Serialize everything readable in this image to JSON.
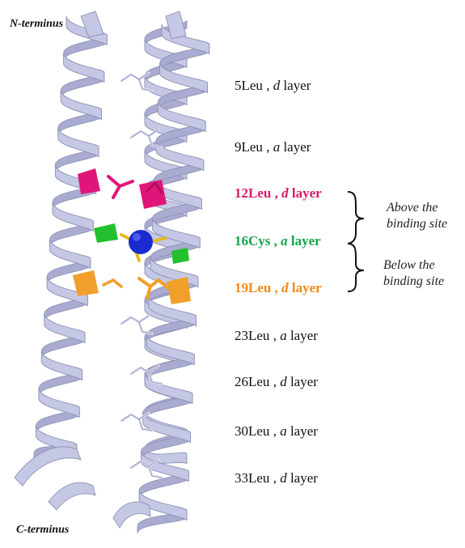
{
  "termini": {
    "n": "N-terminus",
    "c": "C-terminus"
  },
  "layers": [
    {
      "residue": "5Leu",
      "sep": " , ",
      "letter": "d",
      "suffix": " layer",
      "color": "#111111",
      "bold": false
    },
    {
      "residue": "9Leu",
      "sep": " , ",
      "letter": "a",
      "suffix": " layer",
      "color": "#111111",
      "bold": false
    },
    {
      "residue": "12Leu",
      "sep": " , ",
      "letter": "d",
      "suffix": " layer",
      "color": "#d81b6a",
      "bold": true
    },
    {
      "residue": "16Cys",
      "sep": " , ",
      "letter": "a",
      "suffix": " layer",
      "color": "#16a34a",
      "bold": true
    },
    {
      "residue": "19Leu",
      "sep": " , ",
      "letter": "d",
      "suffix": " layer",
      "color": "#ef8a17",
      "bold": true
    },
    {
      "residue": "23Leu",
      "sep": " , ",
      "letter": "a",
      "suffix": " layer",
      "color": "#111111",
      "bold": false
    },
    {
      "residue": "26Leu",
      "sep": " , ",
      "letter": "d",
      "suffix": " layer",
      "color": "#111111",
      "bold": false
    },
    {
      "residue": "30Leu",
      "sep": " , ",
      "letter": "a",
      "suffix": " layer",
      "color": "#111111",
      "bold": false
    },
    {
      "residue": "33Leu",
      "sep": " , ",
      "letter": "d",
      "suffix": " layer",
      "color": "#111111",
      "bold": false
    }
  ],
  "annotations": {
    "above": [
      "Above the",
      "binding site"
    ],
    "below": [
      "Below the",
      "binding site"
    ]
  },
  "colors": {
    "helix": "#c5c8e4",
    "helix_edge": "#8d90b4",
    "sidechain": "#dfe1f2",
    "magenta": "#e0157a",
    "green": "#22c02e",
    "orange": "#f0a02a",
    "metal": "#1a2bd0"
  }
}
